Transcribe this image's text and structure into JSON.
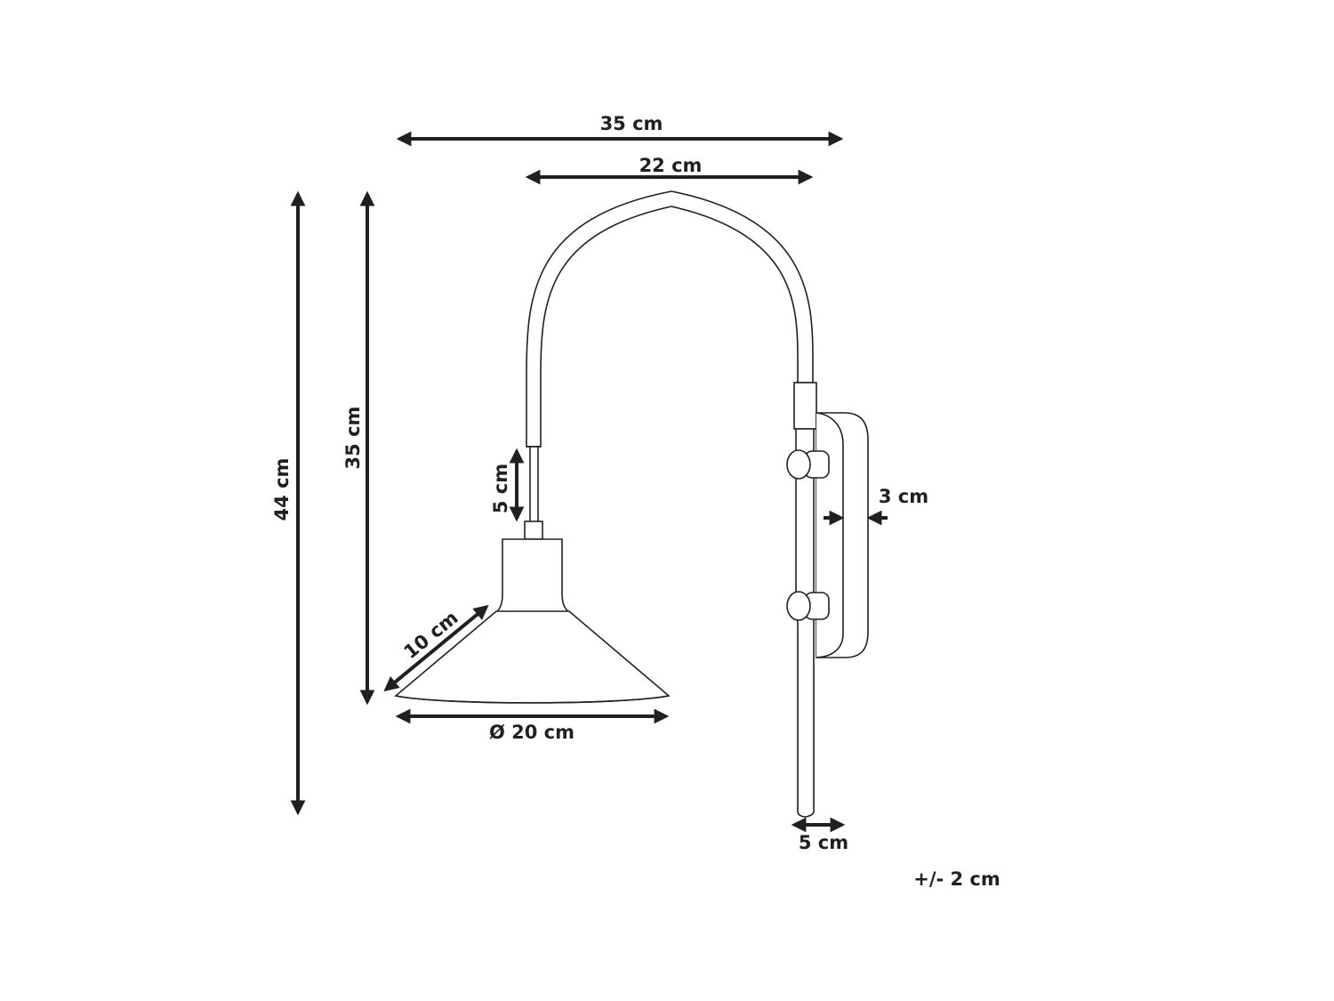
{
  "diagram": {
    "type": "dimension-drawing",
    "subject": "wall lamp with arched arm and conical shade",
    "colors": {
      "line": "#231f20",
      "background": "#ffffff"
    },
    "dimensions": {
      "total_width": "35 cm",
      "arch_width": "22 cm",
      "total_height": "44 cm",
      "lamp_height": "35 cm",
      "connector_rod": "5 cm",
      "shade_slant": "10 cm",
      "shade_diameter": "Ø 20 cm",
      "backplate_depth": "3 cm",
      "wall_offset": "5 cm"
    },
    "tolerance": "+/- 2 cm"
  }
}
